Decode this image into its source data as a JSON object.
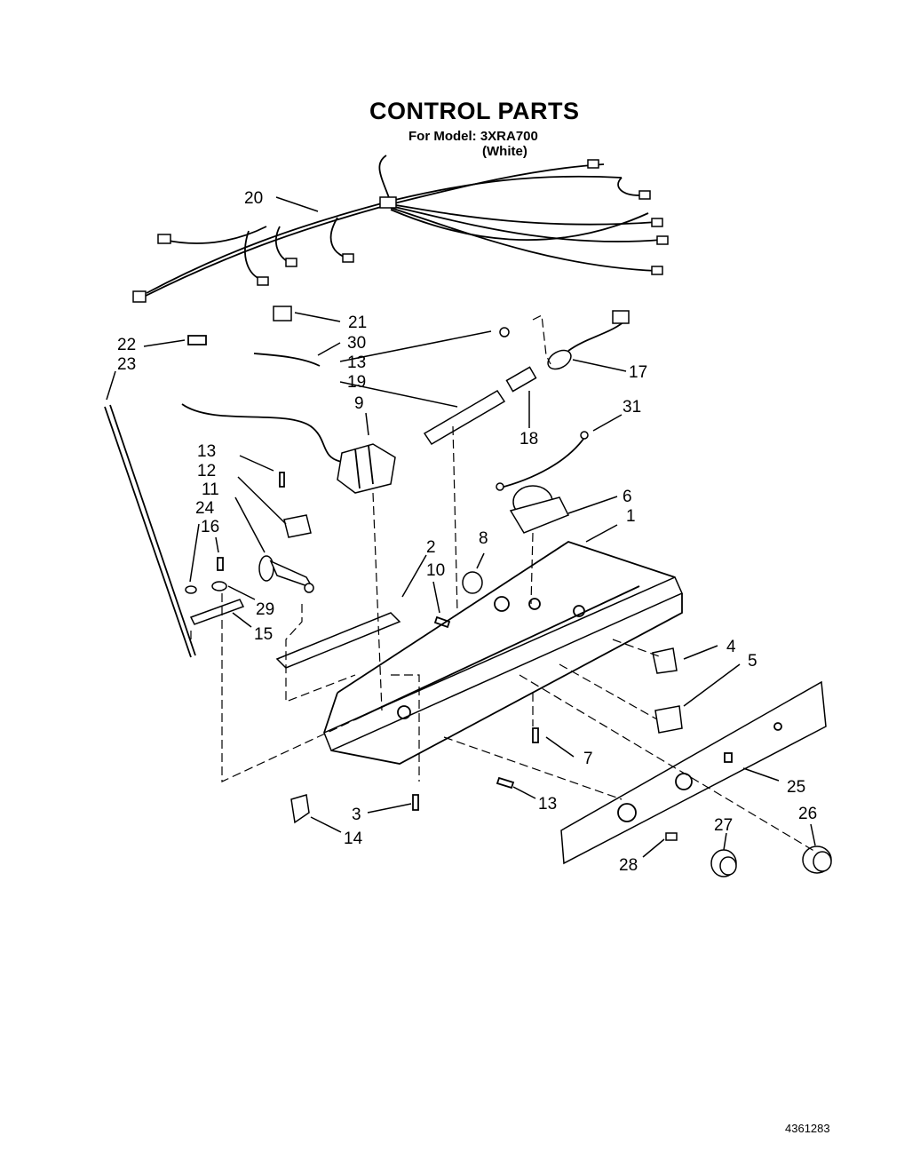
{
  "header": {
    "title": "CONTROL PARTS",
    "model": "For Model: 3XRA700",
    "color": "(White)"
  },
  "document_number": "4361283",
  "callouts": [
    {
      "id": "c20",
      "text": "20"
    },
    {
      "id": "c21",
      "text": "21"
    },
    {
      "id": "c22",
      "text": "22"
    },
    {
      "id": "c23",
      "text": "23"
    },
    {
      "id": "c30",
      "text": "30"
    },
    {
      "id": "c13a",
      "text": "13"
    },
    {
      "id": "c17",
      "text": "17"
    },
    {
      "id": "c19",
      "text": "19"
    },
    {
      "id": "c18",
      "text": "18"
    },
    {
      "id": "c9",
      "text": "9"
    },
    {
      "id": "c31",
      "text": "31"
    },
    {
      "id": "c13b",
      "text": "13"
    },
    {
      "id": "c12",
      "text": "12"
    },
    {
      "id": "c11",
      "text": "11"
    },
    {
      "id": "c24",
      "text": "24"
    },
    {
      "id": "c16",
      "text": "16"
    },
    {
      "id": "c6",
      "text": "6"
    },
    {
      "id": "c1",
      "text": "1"
    },
    {
      "id": "c8",
      "text": "8"
    },
    {
      "id": "c2",
      "text": "2"
    },
    {
      "id": "c10",
      "text": "10"
    },
    {
      "id": "c29",
      "text": "29"
    },
    {
      "id": "c15",
      "text": "15"
    },
    {
      "id": "c4",
      "text": "4"
    },
    {
      "id": "c5",
      "text": "5"
    },
    {
      "id": "c7",
      "text": "7"
    },
    {
      "id": "c25",
      "text": "25"
    },
    {
      "id": "c13c",
      "text": "13"
    },
    {
      "id": "c26",
      "text": "26"
    },
    {
      "id": "c3",
      "text": "3"
    },
    {
      "id": "c27",
      "text": "27"
    },
    {
      "id": "c14",
      "text": "14"
    },
    {
      "id": "c28",
      "text": "28"
    }
  ]
}
